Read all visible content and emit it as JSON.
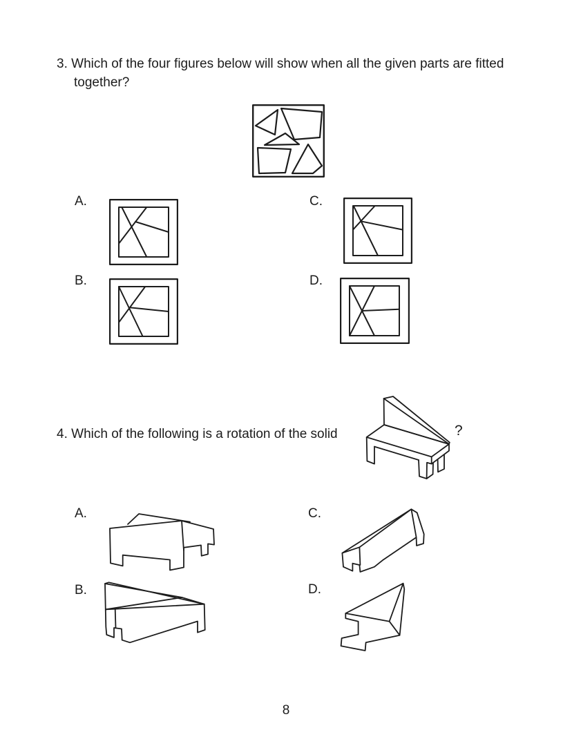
{
  "page": {
    "number": "8"
  },
  "q3": {
    "number": "3.",
    "line1": "Which of the four figures below will show when all the given parts are fitted",
    "line2": "together?",
    "options": [
      {
        "label": "A."
      },
      {
        "label": "B."
      },
      {
        "label": "C."
      },
      {
        "label": "D."
      }
    ]
  },
  "q4": {
    "number": "4.",
    "text": "Which of the following is a rotation of the solid",
    "question_mark": "?",
    "options": [
      {
        "label": "A."
      },
      {
        "label": "B."
      },
      {
        "label": "C."
      },
      {
        "label": "D."
      }
    ]
  }
}
